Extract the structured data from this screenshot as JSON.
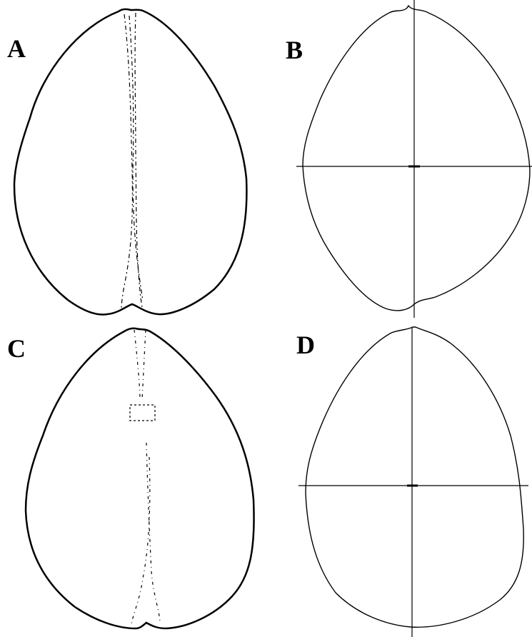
{
  "panels": [
    {
      "id": "A",
      "label": "A"
    },
    {
      "id": "B",
      "label": "B"
    },
    {
      "id": "C",
      "label": "C"
    },
    {
      "id": "D",
      "label": "D"
    }
  ],
  "colors": {
    "line": "#000000",
    "background": "#ffffff"
  }
}
